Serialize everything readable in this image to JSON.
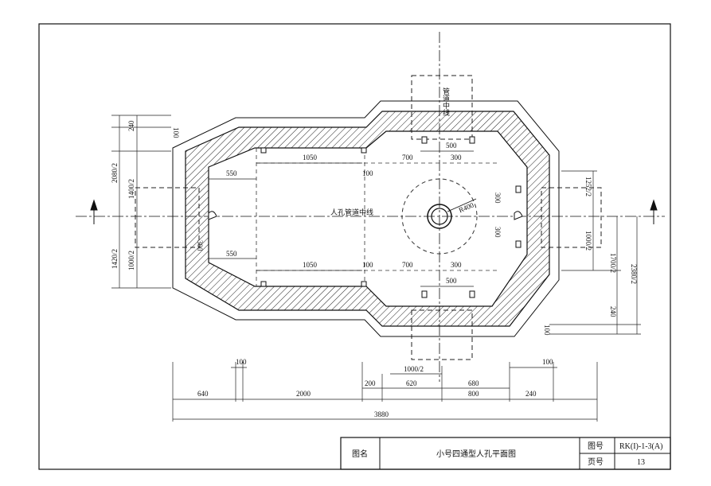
{
  "title_block": {
    "drawing_name_label": "图名",
    "drawing_name": "小号四通型人孔平面图",
    "drawing_no_label": "图号",
    "drawing_no": "RK(I)-1-3(A)",
    "page_label": "页号",
    "page_no": "13"
  },
  "annotations": {
    "manhole_centerline": "人孔管道中线",
    "pipe_centerline": "管道中线",
    "radius": "R400"
  },
  "dimensions": {
    "bottom": [
      "640",
      "100",
      "2000",
      "3880",
      "200",
      "620",
      "1000/2",
      "680",
      "100",
      "800",
      "240"
    ],
    "top_inner": [
      "550",
      "1050",
      "100",
      "700",
      "300",
      "500"
    ],
    "bottom_inner": [
      "550",
      "1050",
      "100",
      "700",
      "300",
      "500"
    ],
    "left": [
      "100",
      "240",
      "2080/2",
      "1400/2",
      "300",
      "1000/2",
      "1420/2"
    ],
    "right": [
      "1252/2",
      "300",
      "300",
      "1000/2",
      "1700/2",
      "2380/2",
      "240",
      "100"
    ]
  }
}
